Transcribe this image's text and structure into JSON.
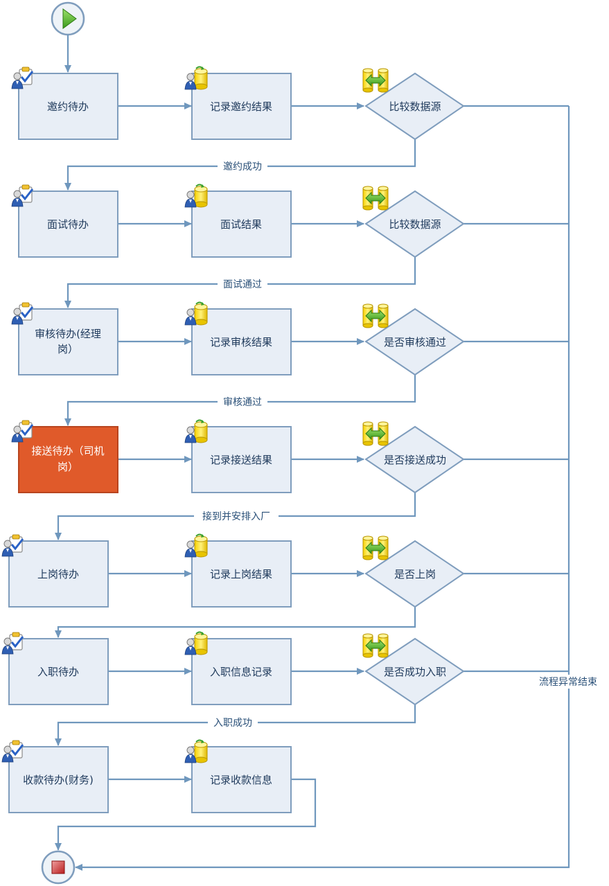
{
  "flow": {
    "tasks": [
      {
        "id": "t1",
        "label": "邀约待办"
      },
      {
        "id": "t2",
        "label": "面试待办"
      },
      {
        "id": "t3",
        "label": "审核待办(经理",
        "label2": "岗）"
      },
      {
        "id": "t4",
        "label": "接送待办（司机",
        "label2": "岗）"
      },
      {
        "id": "t5",
        "label": "上岗待办"
      },
      {
        "id": "t6",
        "label": "入职待办"
      },
      {
        "id": "t7",
        "label": "收款待办(财务)"
      }
    ],
    "records": [
      {
        "id": "r1",
        "label": "记录邀约结果"
      },
      {
        "id": "r2",
        "label": "面试结果"
      },
      {
        "id": "r3",
        "label": "记录审核结果"
      },
      {
        "id": "r4",
        "label": "记录接送结果"
      },
      {
        "id": "r5",
        "label": "记录上岗结果"
      },
      {
        "id": "r6",
        "label": "入职信息记录"
      },
      {
        "id": "r7",
        "label": "记录收款信息"
      }
    ],
    "decisions": [
      {
        "id": "d1",
        "label": "比较数据源"
      },
      {
        "id": "d2",
        "label": "比较数据源"
      },
      {
        "id": "d3",
        "label": "是否审核通过"
      },
      {
        "id": "d4",
        "label": "是否接送成功"
      },
      {
        "id": "d5",
        "label": "是否上岗"
      },
      {
        "id": "d6",
        "label": "是否成功入职"
      }
    ],
    "edge_labels": {
      "e1": "邀约成功",
      "e2": "面试通过",
      "e3": "审核通过",
      "e4": "接到并安排入厂",
      "e5": "入职成功",
      "abnormal_end": "流程异常结束"
    },
    "active_task": "t4",
    "colors": {
      "active": "#e05a2a",
      "box_fill": "#e8eef6",
      "connector": "#6f97bd"
    },
    "icons": {
      "start": "play-icon",
      "end": "stop-icon",
      "task": "user-checklist-icon",
      "record": "user-database-icon",
      "decision": "compare-database-icon"
    }
  }
}
